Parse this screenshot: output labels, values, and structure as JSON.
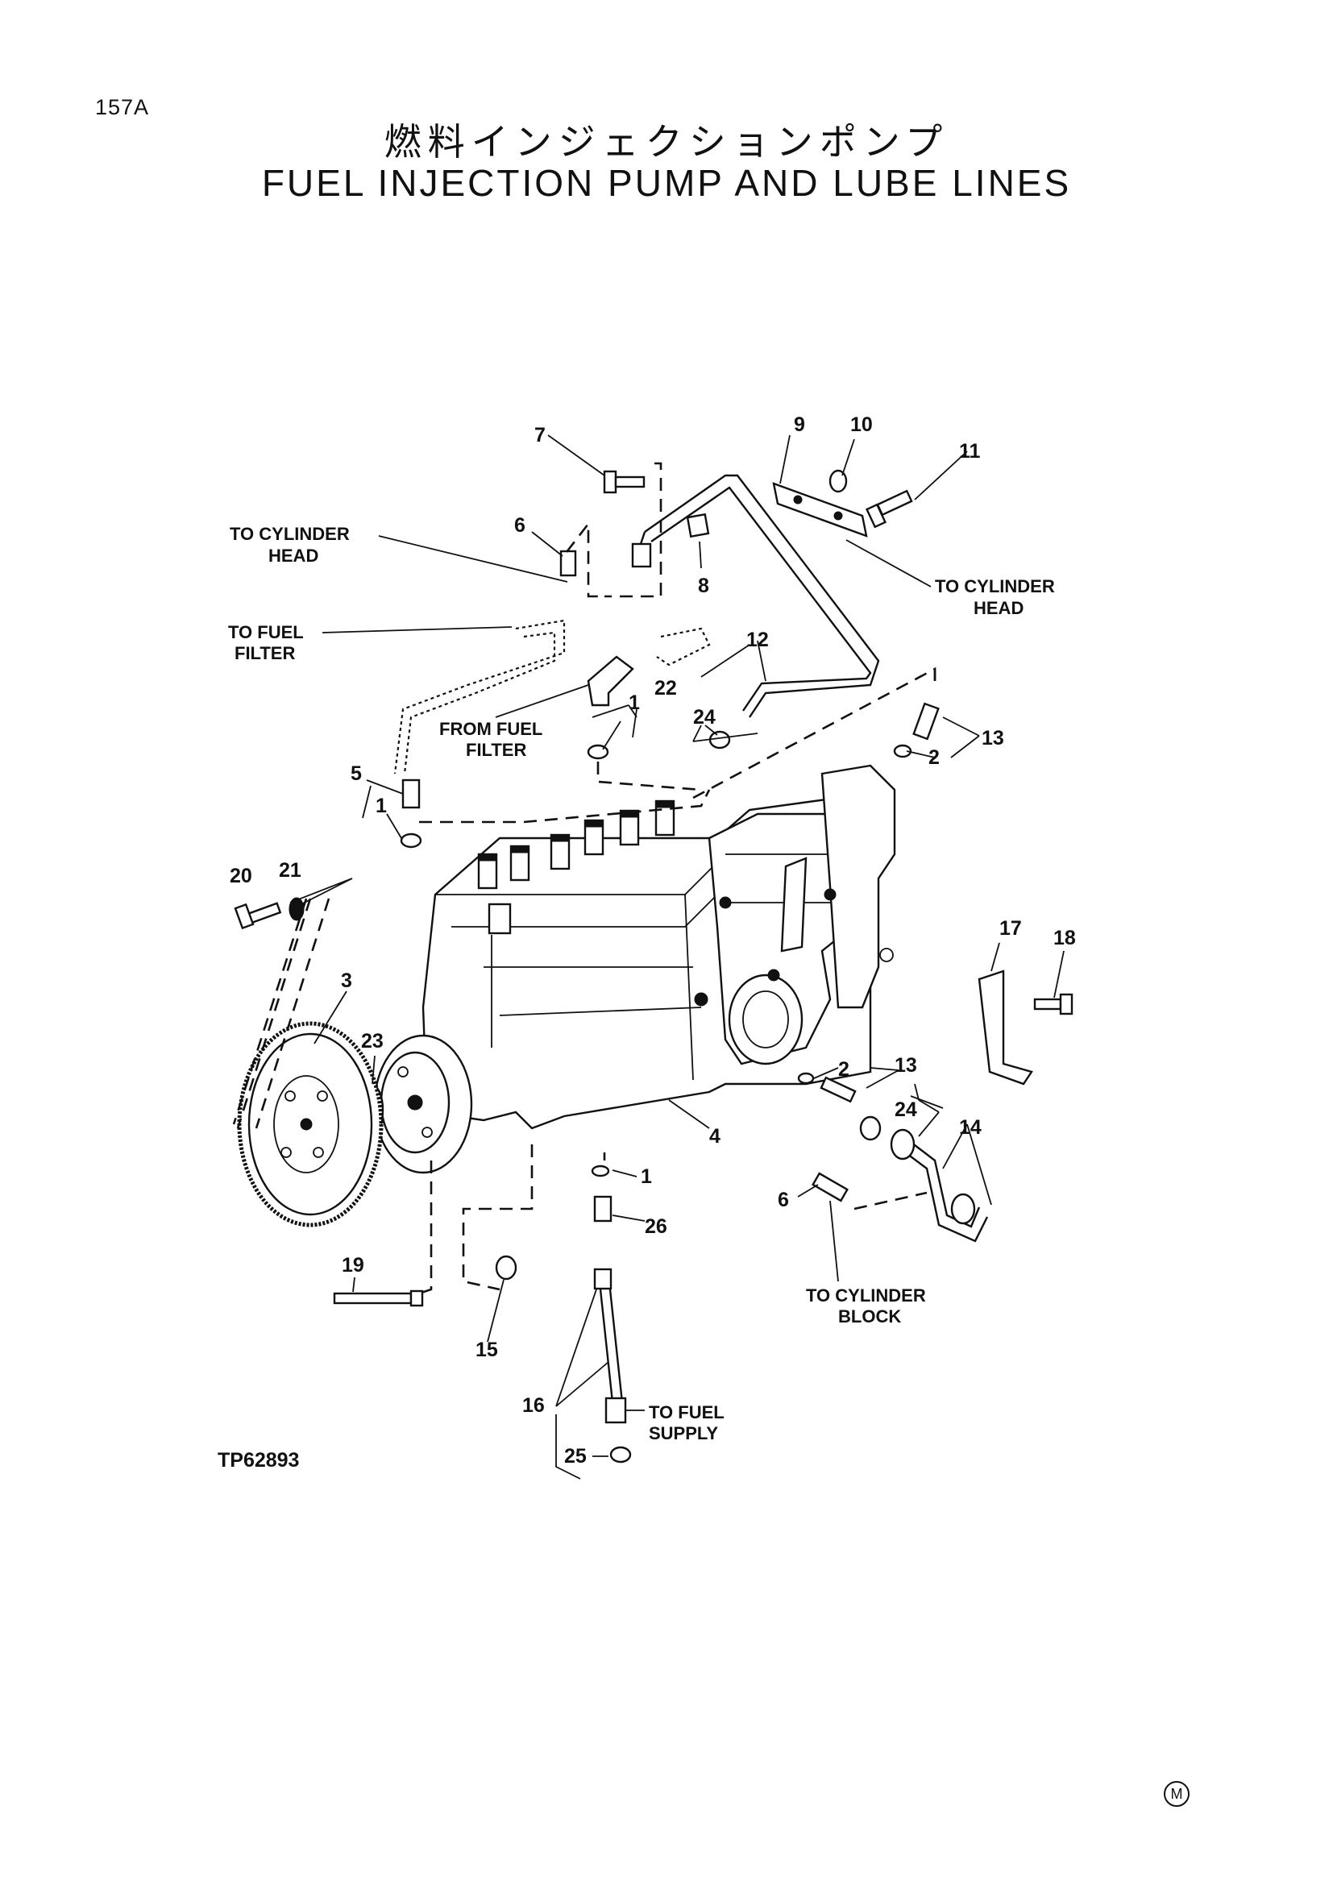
{
  "page_number": "157A",
  "title_jp": "燃料インジェクションポンプ",
  "title_en": "FUEL INJECTION PUMP AND LUBE LINES",
  "figure_number": "TP62893",
  "mark": "M",
  "notes": {
    "to_cyl_head_1_a": "TO CYLINDER",
    "to_cyl_head_1_b": "HEAD",
    "to_cyl_head_2_a": "TO CYLINDER",
    "to_cyl_head_2_b": "HEAD",
    "to_fuel_filter_a": "TO FUEL",
    "to_fuel_filter_b": "FILTER",
    "from_fuel_filter_a": "FROM FUEL",
    "from_fuel_filter_b": "FILTER",
    "to_cyl_block_a": "TO CYLINDER",
    "to_cyl_block_b": "BLOCK",
    "to_fuel_supply_a": "TO FUEL",
    "to_fuel_supply_b": "SUPPLY"
  },
  "callouts": {
    "c1a": "1",
    "c1b": "1",
    "c1c": "1",
    "c2a": "2",
    "c2b": "2",
    "c3": "3",
    "c4": "4",
    "c5": "5",
    "c6a": "6",
    "c6b": "6",
    "c7": "7",
    "c8": "8",
    "c9": "9",
    "c10": "10",
    "c11": "11",
    "c12": "12",
    "c13a": "13",
    "c13b": "13",
    "c14": "14",
    "c15": "15",
    "c16": "16",
    "c17": "17",
    "c18": "18",
    "c19": "19",
    "c20": "20",
    "c21": "21",
    "c22": "22",
    "c23": "23",
    "c24a": "24",
    "c24b": "24",
    "c25": "25",
    "c26": "26"
  }
}
